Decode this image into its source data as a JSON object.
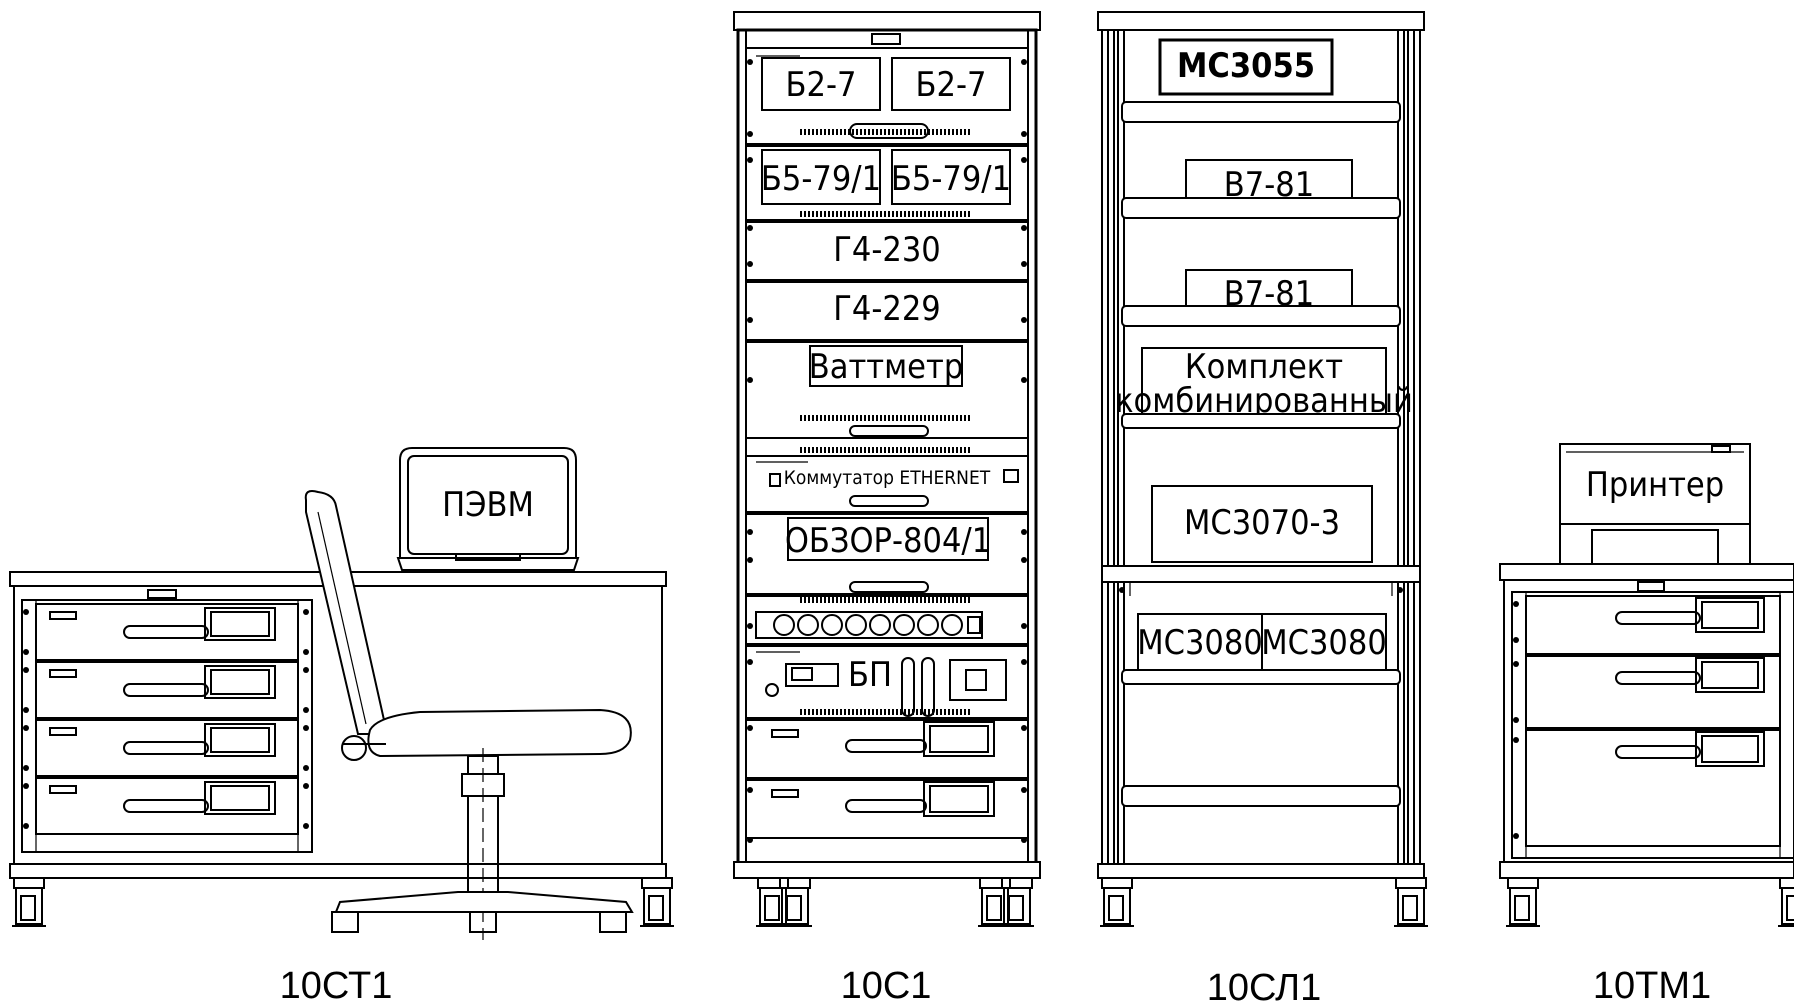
{
  "captions": {
    "desk": "10СТ1",
    "rack1": "10С1",
    "rack2": "10СЛ1",
    "cabinet": "10ТМ1"
  },
  "desk": {
    "pc": "ПЭВМ"
  },
  "rack1": {
    "b27_left": "Б2-7",
    "b27_right": "Б2-7",
    "b579_left": "Б5-79/1",
    "b579_right": "Б5-79/1",
    "g4230": "Г4-230",
    "g4229": "Г4-229",
    "wattmeter": "Ваттметр",
    "switch": "Коммутатор ETHERNET",
    "obzor": "ОБЗОР-804/1",
    "psu": "БП"
  },
  "rack2": {
    "mc3055": "MC3055",
    "v781a": "В7-81",
    "v781b": "В7-81",
    "kit_line1": "Комплект",
    "kit_line2": "комбинированный",
    "mc3070": "МС3070-3",
    "mc3080a": "МС3080",
    "mc3080b": "МС3080"
  },
  "cabinet": {
    "printer": "Принтер"
  }
}
